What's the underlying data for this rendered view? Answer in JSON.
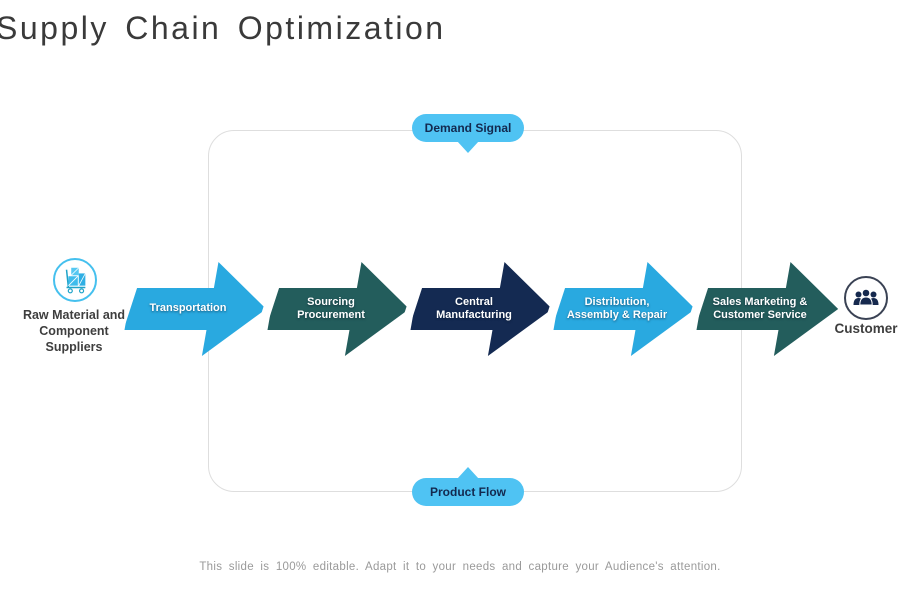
{
  "slide": {
    "title": "Supply Chain Optimization",
    "footer": "This slide is 100% editable. Adapt it to your needs and capture your Audience's attention."
  },
  "badges": {
    "top": {
      "label": "Demand Signal"
    },
    "bottom": {
      "label": "Product Flow"
    }
  },
  "endpoints": {
    "supplier": {
      "icon": "handtruck-boxes-icon",
      "lines": [
        "Raw Material and",
        "Component",
        "Suppliers"
      ]
    },
    "customer": {
      "icon": "people-group-icon",
      "label": "Customer"
    }
  },
  "flow": {
    "steps": [
      {
        "id": "transportation",
        "lines": [
          "Transportation"
        ],
        "color": "#29A9E0"
      },
      {
        "id": "sourcing-procurement",
        "lines": [
          "Sourcing",
          "Procurement"
        ],
        "color": "#235D5C"
      },
      {
        "id": "central-manufacturing",
        "lines": [
          "Central",
          "Manufacturing"
        ],
        "color": "#142A52"
      },
      {
        "id": "distribution-assembly-repair",
        "lines": [
          "Distribution,",
          "Assembly & Repair"
        ],
        "color": "#29A9E0"
      },
      {
        "id": "sales-marketing-customer-service",
        "lines": [
          "Sales Marketing &",
          "Customer  Service"
        ],
        "color": "#235D5C"
      }
    ]
  },
  "colors": {
    "arrow_light_blue": "#29A9E0",
    "arrow_teal": "#235D5C",
    "arrow_navy": "#142A52",
    "badge_fill": "#4FC3F3",
    "badge_text": "#13294F",
    "frame_border": "#DEDEDE",
    "supplier_circle_border": "#45C0EE",
    "customer_circle_border": "#3A4254",
    "title_text": "#3A3A3A",
    "footer_text": "#9A9A9A"
  }
}
